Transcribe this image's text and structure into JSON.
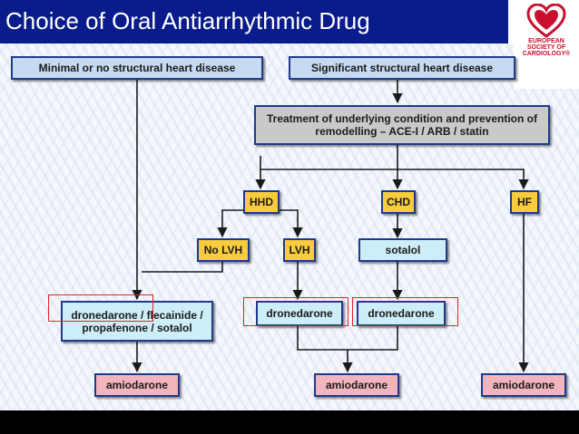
{
  "slide": {
    "title": "Choice of Oral Antiarrhythmic Drug",
    "logo": {
      "line1": "EUROPEAN",
      "line2": "SOCIETY OF",
      "line3": "CARDIOLOGY®"
    }
  },
  "flowchart": {
    "minimal_disease": "Minimal or no structural heart disease",
    "significant_disease": "Significant structural heart disease",
    "treatment": "Treatment of underlying condition and prevention of remodelling – ACE-I / ARB / statin",
    "hhd": "HHD",
    "chd": "CHD",
    "hf": "HF",
    "no_lvh": "No LVH",
    "lvh": "LVH",
    "sotalol": "sotalol",
    "multi_drug": "dronedarone / flecainide / propafenone / sotalol",
    "dronedarone_lvh": "dronedarone",
    "dronedarone_chd": "dronedarone",
    "amiodarone_left": "amiodarone",
    "amiodarone_center": "amiodarone",
    "amiodarone_right": "amiodarone"
  },
  "colors": {
    "title_bar": "#0a1c8c",
    "box_border": "#1f3a8a",
    "header_box": "#c6daf1",
    "drug_box": "#cdeef9",
    "treatment_box": "#c9c9c9",
    "condition_box": "#f8cc3c",
    "amiodarone_box": "#f2b4bd",
    "highlight": "#e8202a"
  }
}
